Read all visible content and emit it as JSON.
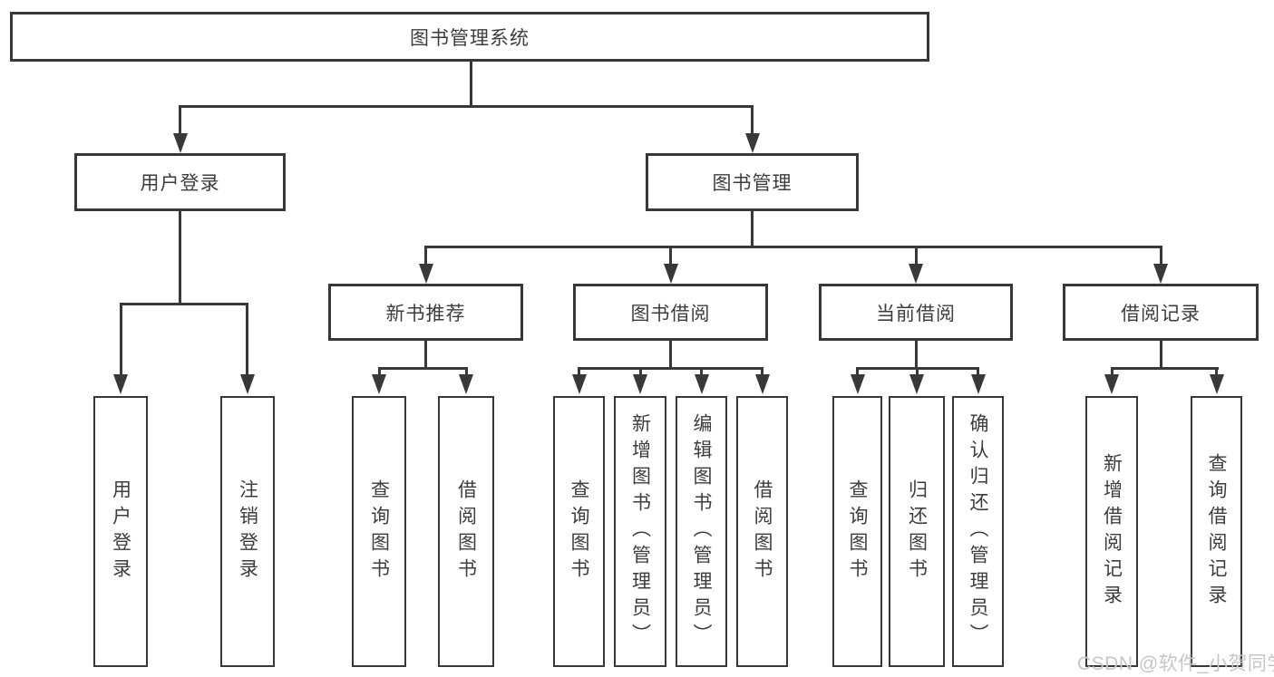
{
  "diagram": {
    "title": "图书管理系统",
    "branches": [
      {
        "label": "用户登录",
        "children": [
          "用户登录",
          "注销登录"
        ]
      },
      {
        "label": "图书管理",
        "sections": [
          {
            "label": "新书推荐",
            "children": [
              "查询图书",
              "借阅图书"
            ]
          },
          {
            "label": "图书借阅",
            "children": [
              "查询图书",
              "新增图书（管理员）",
              "编辑图书（管理员）",
              "借阅图书"
            ]
          },
          {
            "label": "当前借阅",
            "children": [
              "查询图书",
              "归还图书",
              "确认归还（管理员）"
            ]
          },
          {
            "label": "借阅记录",
            "children": [
              "新增借阅记录",
              "查询借阅记录"
            ]
          }
        ]
      }
    ]
  },
  "watermark": {
    "text": "CSDN @软件_小贺同学"
  },
  "colors": {
    "line": "#383838",
    "text": "#3d3d3d",
    "background": "#ffffff",
    "watermark": "#c6c6c6"
  }
}
